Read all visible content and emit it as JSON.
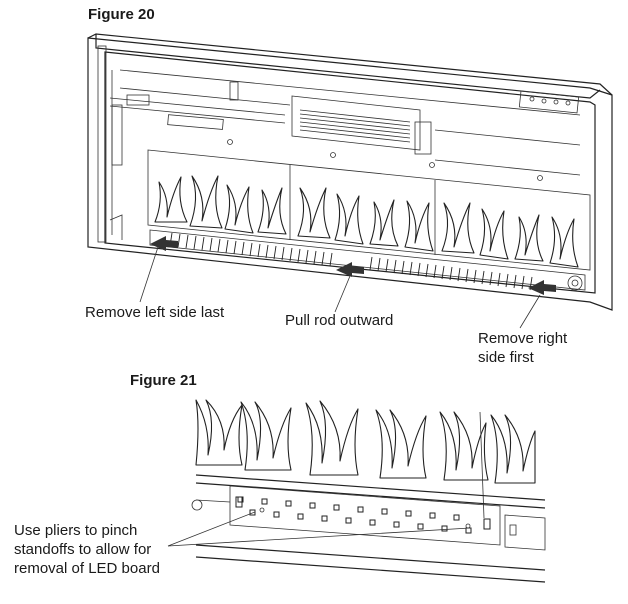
{
  "figure20": {
    "title": "Figure 20",
    "callouts": {
      "left": "Remove left side last",
      "center": "Pull rod outward",
      "right": "Remove right side first"
    }
  },
  "figure21": {
    "title": "Figure 21",
    "callout": "Use pliers to pinch standoffs to allow for removal of LED board"
  },
  "colors": {
    "ink": "#222222",
    "arrow": "#333333",
    "paper": "#ffffff"
  }
}
